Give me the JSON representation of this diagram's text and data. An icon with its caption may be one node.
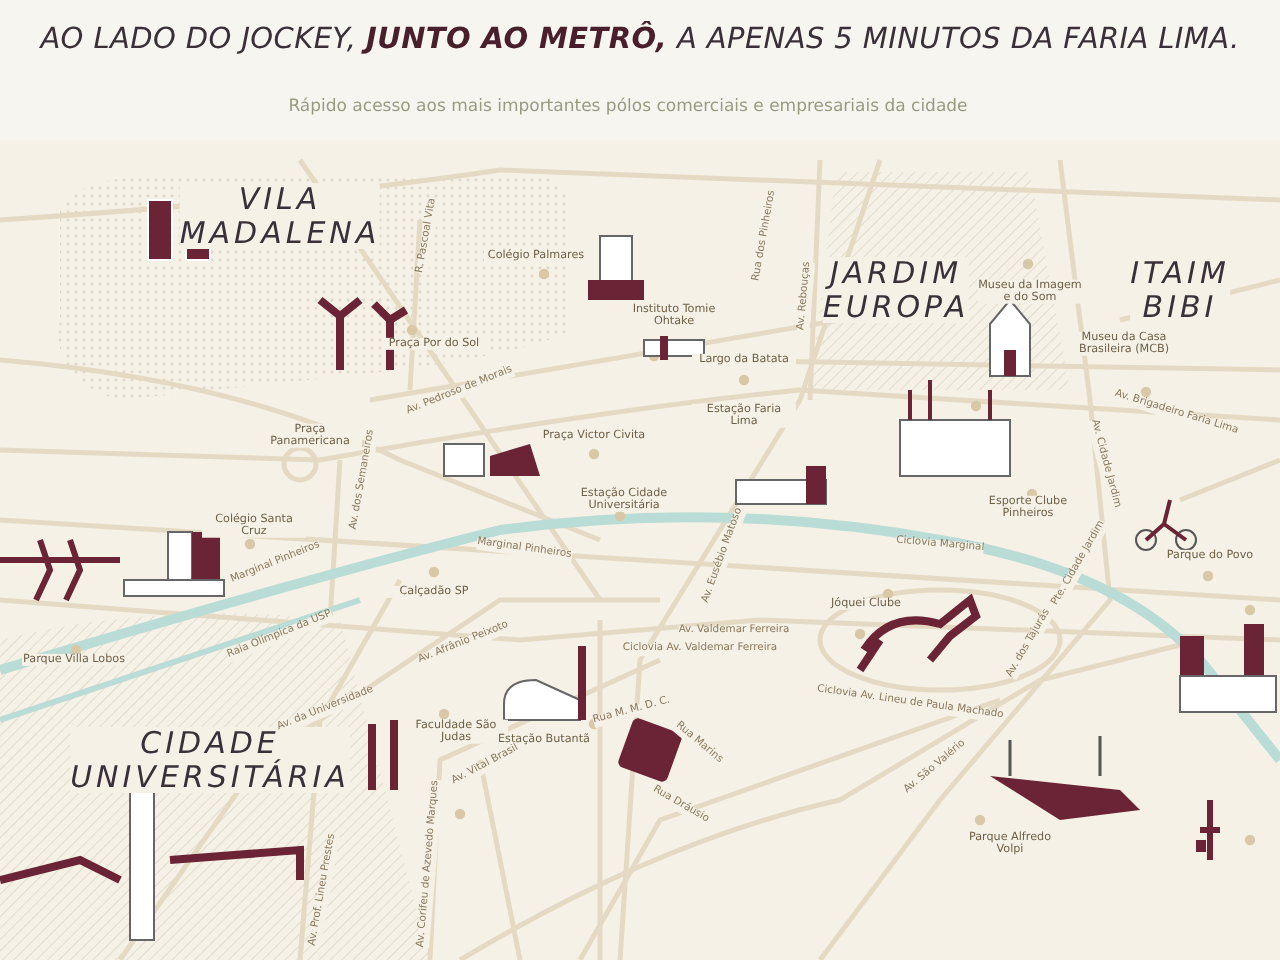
{
  "diagram": {
    "title": "AO LADO DO JOCKEY, **JUNTO AO METRÔ,** A APENAS 5 MINUTOS DA FARIA LIMA.",
    "labels": [
      "Rápido acesso aos mais importantes pólos comerciais e empresariais da cidade",
      "VILA MADALENA",
      "JARDIM EUROPA",
      "ITAIM BIBI",
      "CIDADE UNIVERSITÁRIA",
      "Colégio Palmares",
      "R. Pascoal Vita",
      "Instituto Tomie Ohtake",
      "Rua dos Pinheiros",
      "Av. Rebouças",
      "Museu da Imagem e do Som",
      "Praça Por do Sol",
      "Largo da Batata",
      "Museu da Casa Brasileira (MCB)",
      "Av. Pedroso de Morais",
      "Estação Faria Lima",
      "Av. Brigadeiro Faria Lima",
      "Praça Panamericana",
      "Praça Victor Civita",
      "Av. dos Semaneiros",
      "Av. Cidade Jardim",
      "Estação Cidade Universitária",
      "Esporte Clube Pinheiros",
      "Colégio Santa Cruz",
      "Marginal Pinheiros",
      "Marginal Pinheiros",
      "Ciclovia Marginal",
      "Av. Eusébio Matoso",
      "Pte. Cidade Jardim",
      "Parque do Povo",
      "Calçadão SP",
      "Jóquei Clube",
      "Raia Olímpica da USP",
      "Parque Villa Lobos",
      "Av. Valdemar Ferreira",
      "Ciclovia Av. Valdemar Ferreira",
      "Av. Afrânio Peixoto",
      "Av. dos Tajurás",
      "Ciclovia Av. Lineu de Paula Machado",
      "Av. da Universidade",
      "Faculdade São Judas",
      "Estação Butantã",
      "Rua M. M. D. C.",
      "Rua Marins",
      "Av. Vital Brasil",
      "Av. São Valério",
      "Rua Dráusio",
      "Parque Alfredo Volpi",
      "Av. Prof. Lineu Prestes",
      "Av. Corifeu de Azevedo Marques"
    ]
  }
}
